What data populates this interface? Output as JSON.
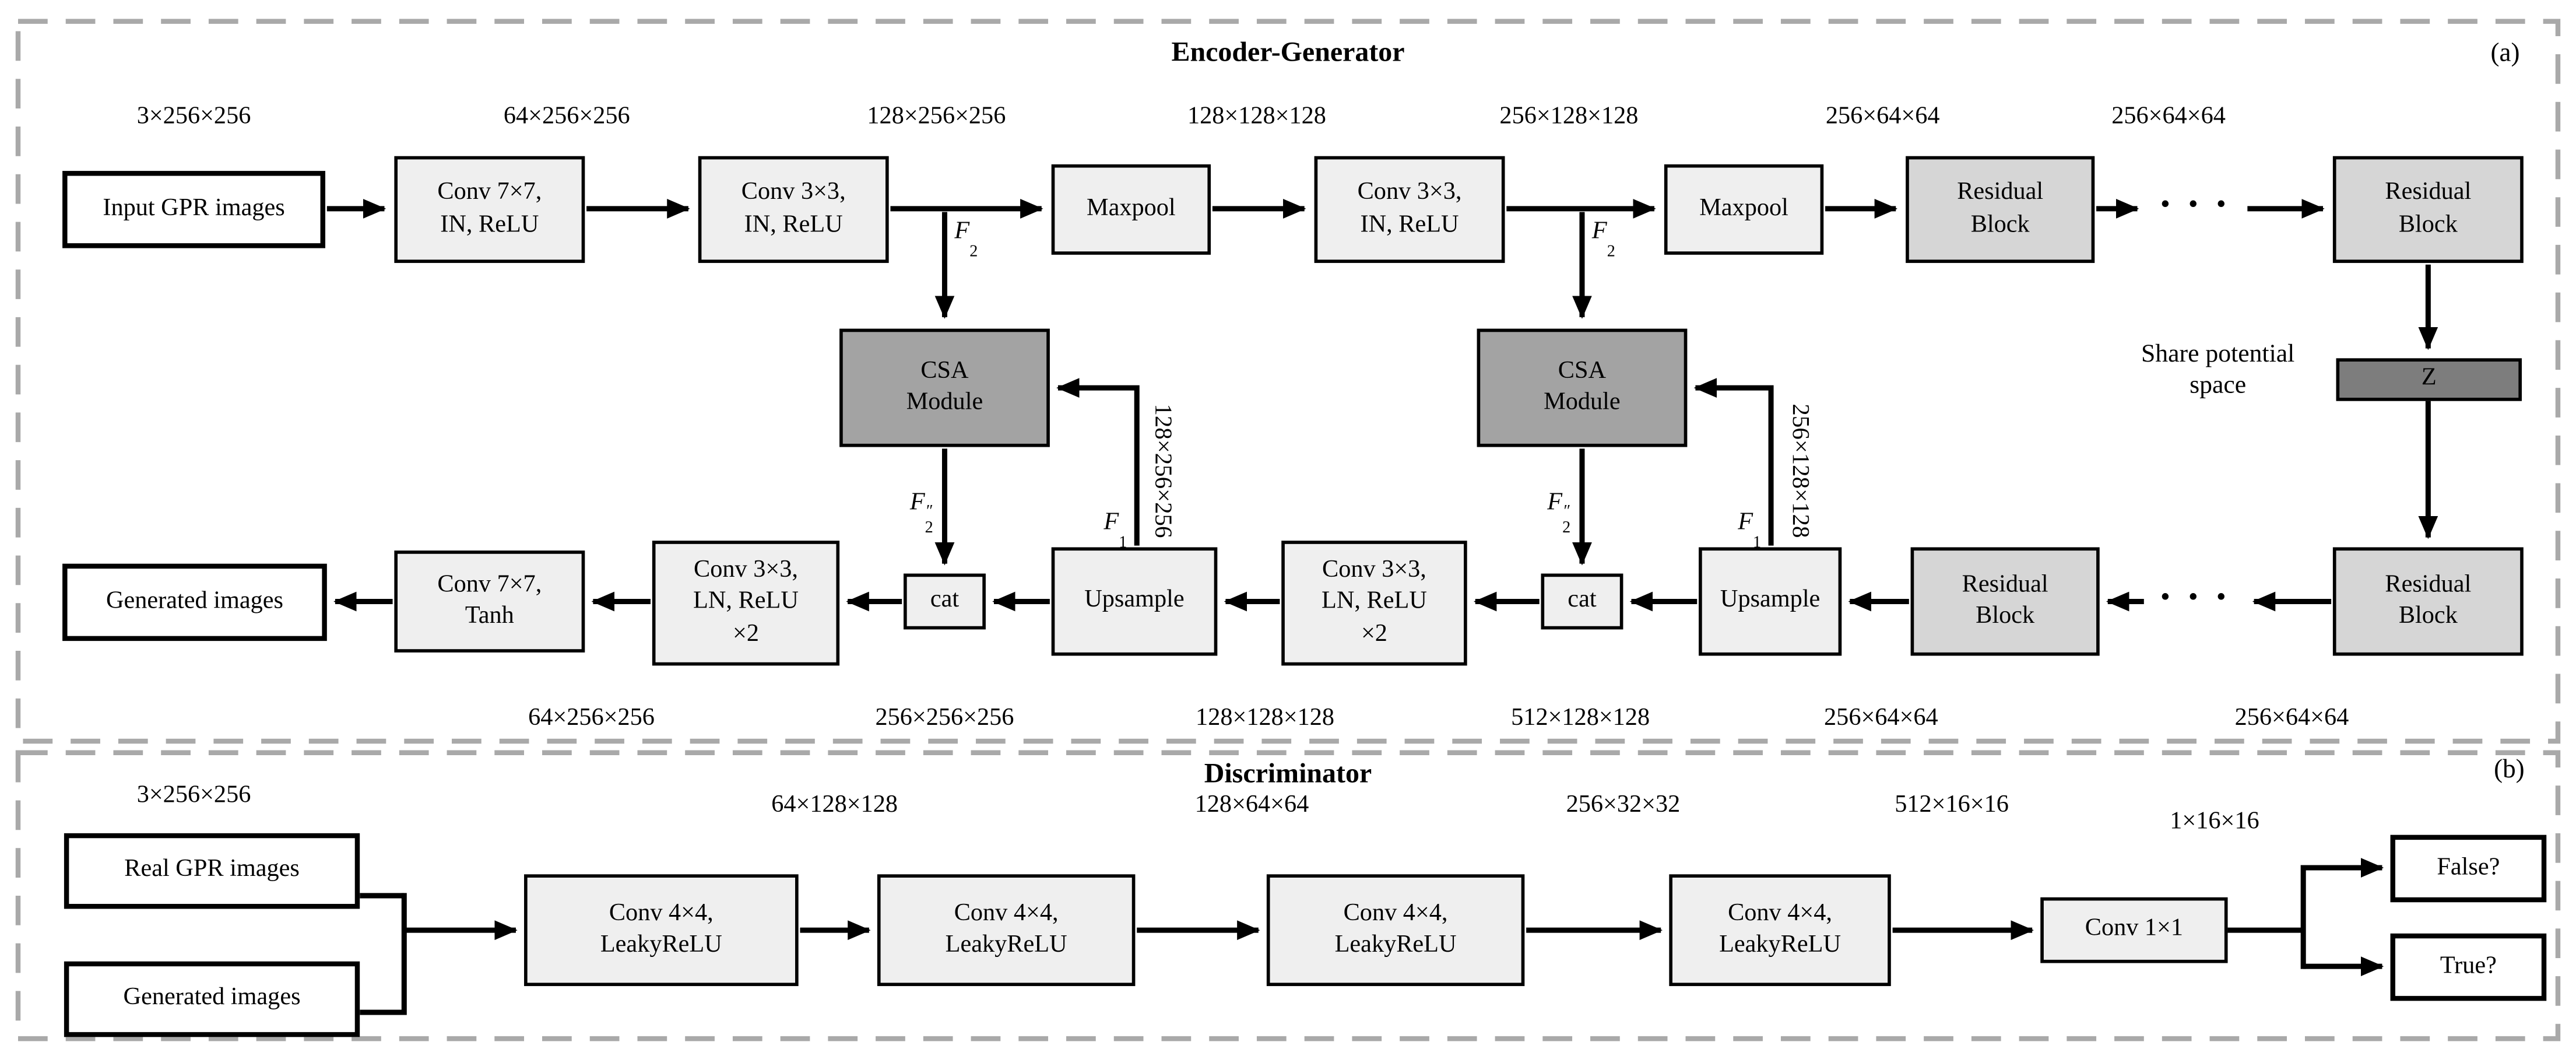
{
  "colors": {
    "bg": "#ffffff",
    "text": "#000000",
    "line": "#000000",
    "dash": "#a9a9a9",
    "box-light": "#efefef",
    "box-mid": "#d6d6d6",
    "box-dark": "#a3a3a3",
    "box-z": "#7d7d7d",
    "box-white": "#ffffff"
  },
  "panel_a": {
    "title": "Encoder-Generator",
    "tag": "(a)",
    "boxes": {
      "input": "Input GPR images",
      "conv7_in": "Conv 7×7,\nIN, ReLU",
      "conv3_in": "Conv 3×3,\nIN, ReLU",
      "maxpool": "Maxpool",
      "residual": "Residual\nBlock",
      "csa": "CSA\nModule",
      "z": "Z",
      "upsample": "Upsample",
      "cat": "cat",
      "conv3_ln": "Conv 3×3,\nLN, ReLU\n×2",
      "conv7_tanh": "Conv 7×7,\nTanh",
      "generated": "Generated images"
    },
    "share_label": "Share potential\nspace",
    "dots": "• • •",
    "dims_top": [
      "3×256×256",
      "64×256×256",
      "128×256×256",
      "128×128×128",
      "256×128×128",
      "256×64×64",
      "256×64×64"
    ],
    "dims_bottom": [
      "64×256×256",
      "256×256×256",
      "128×128×128",
      "512×128×128",
      "256×64×64",
      "256×64×64"
    ],
    "dims_vertical": [
      "128×256×256",
      "256×128×128"
    ],
    "f_labels": {
      "f2": {
        "base": "F",
        "sub": "2",
        "sup": ""
      },
      "f2_dp": {
        "base": "F",
        "sub": "2",
        "sup": "″"
      },
      "f1": {
        "base": "F",
        "sub": "1",
        "sup": ""
      }
    }
  },
  "panel_b": {
    "title": "Discriminator",
    "tag": "(b)",
    "boxes": {
      "real": "Real GPR images",
      "generated": "Generated images",
      "conv4_lrelu": "Conv 4×4,\nLeakyReLU",
      "conv1x1": "Conv 1×1",
      "false_out": "False?",
      "true_out": "True?"
    },
    "dims": [
      "3×256×256",
      "64×128×128",
      "128×64×64",
      "256×32×32",
      "512×16×16",
      "1×16×16"
    ]
  }
}
